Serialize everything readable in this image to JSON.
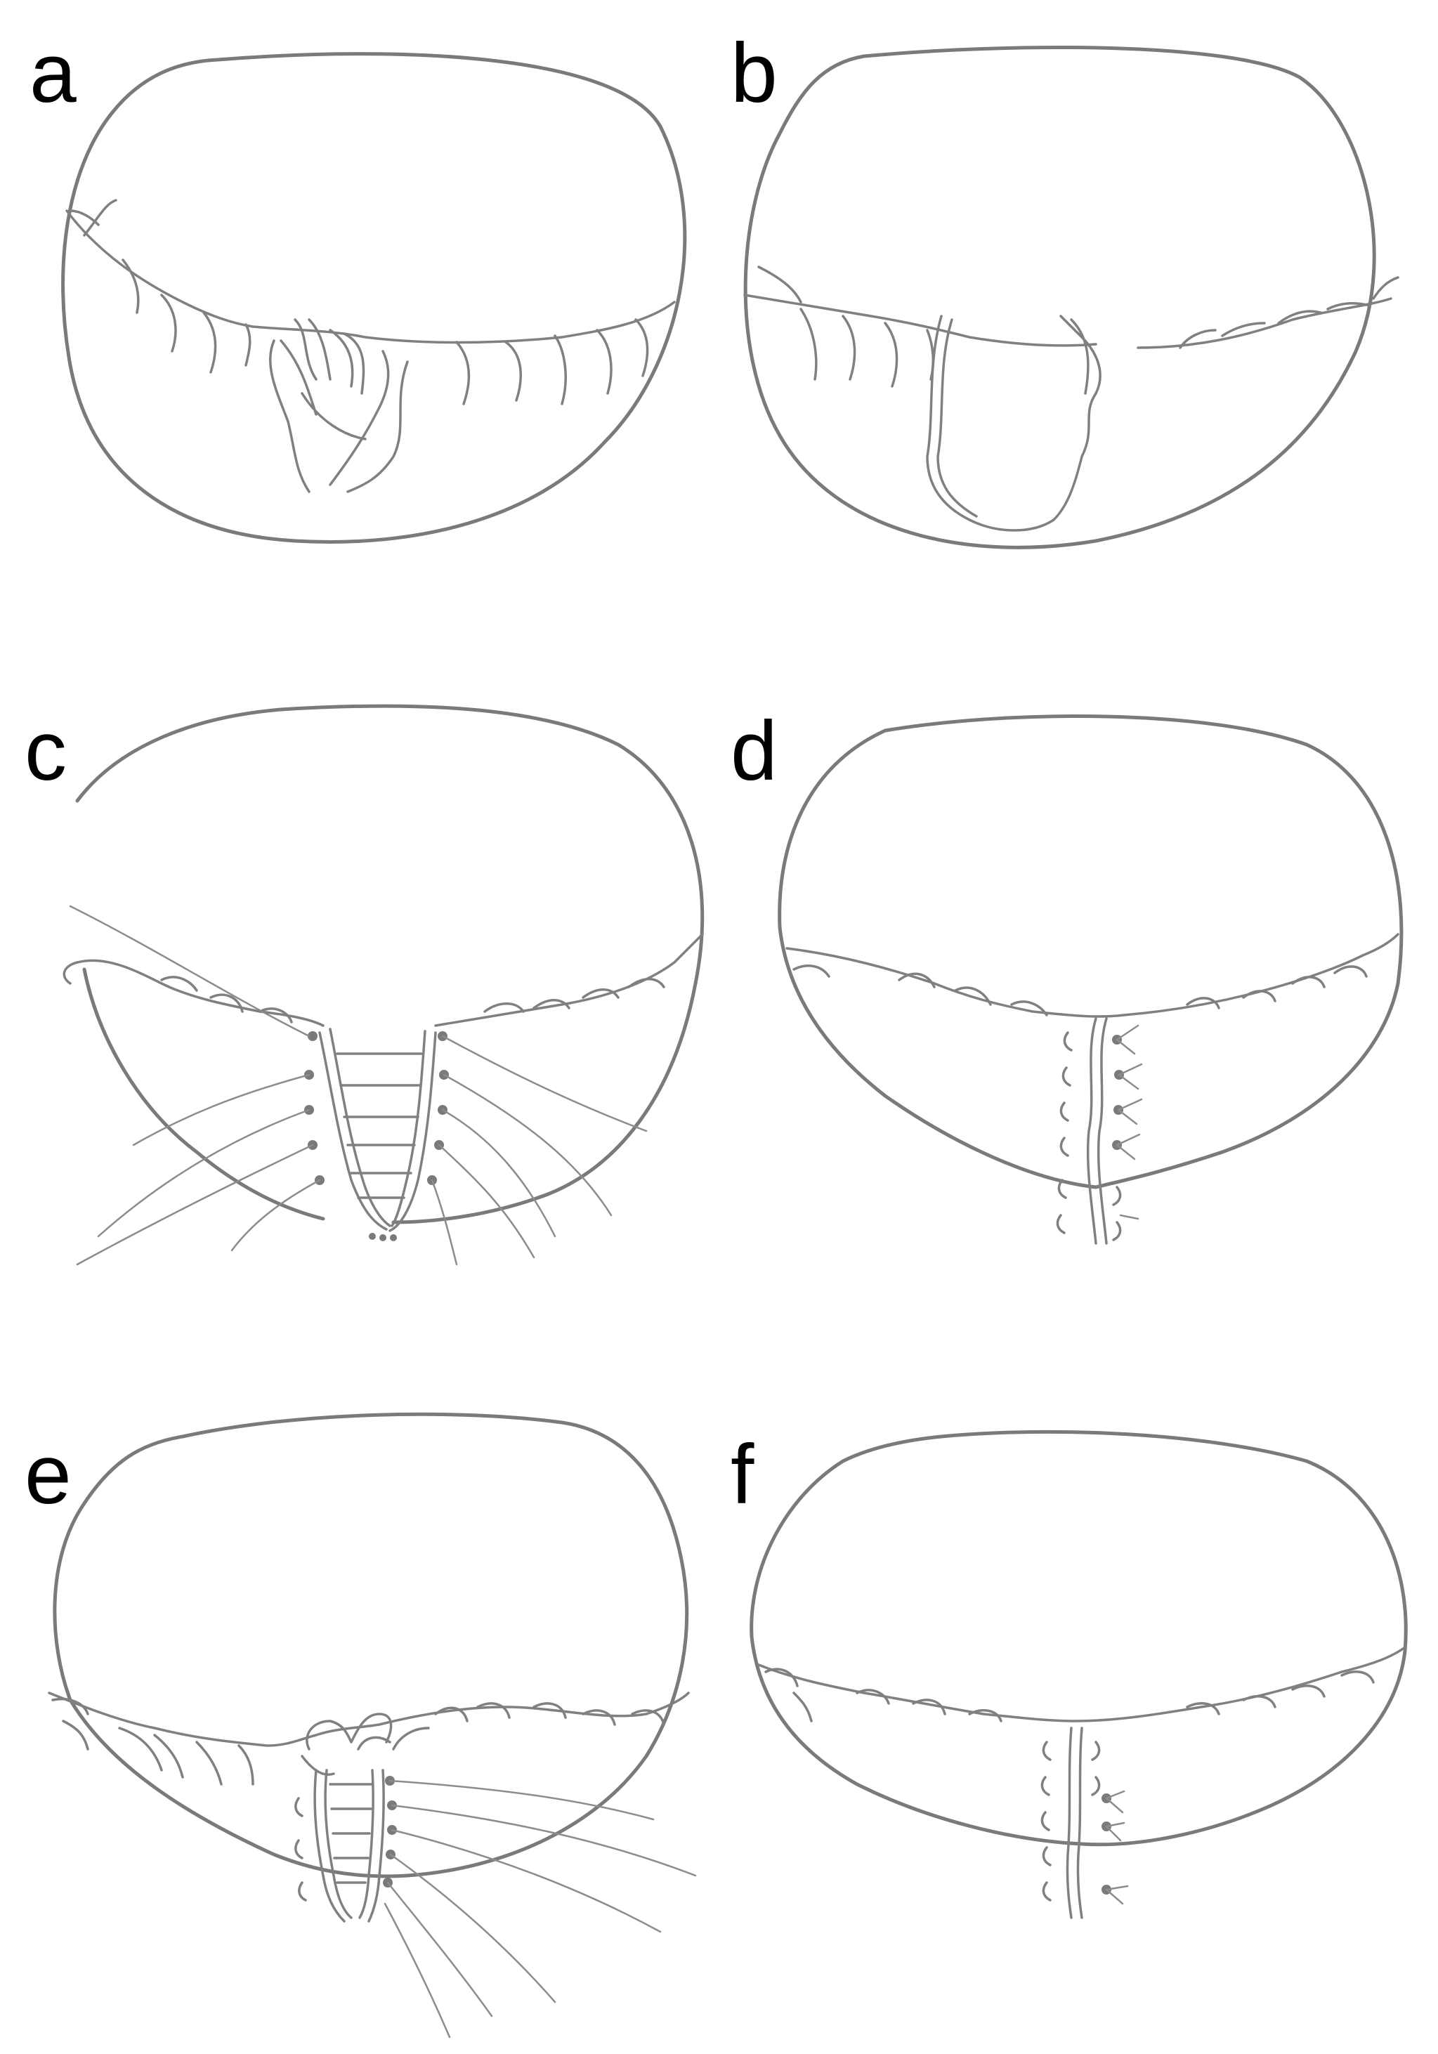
{
  "figure": {
    "panels": [
      {
        "id": "a",
        "label": "a"
      },
      {
        "id": "b",
        "label": "b"
      },
      {
        "id": "c",
        "label": "c"
      },
      {
        "id": "d",
        "label": "d"
      },
      {
        "id": "e",
        "label": "e"
      },
      {
        "id": "f",
        "label": "f"
      }
    ]
  },
  "colors": {
    "line": "#7a7a7a",
    "background": "#ffffff",
    "label": "#000000"
  }
}
